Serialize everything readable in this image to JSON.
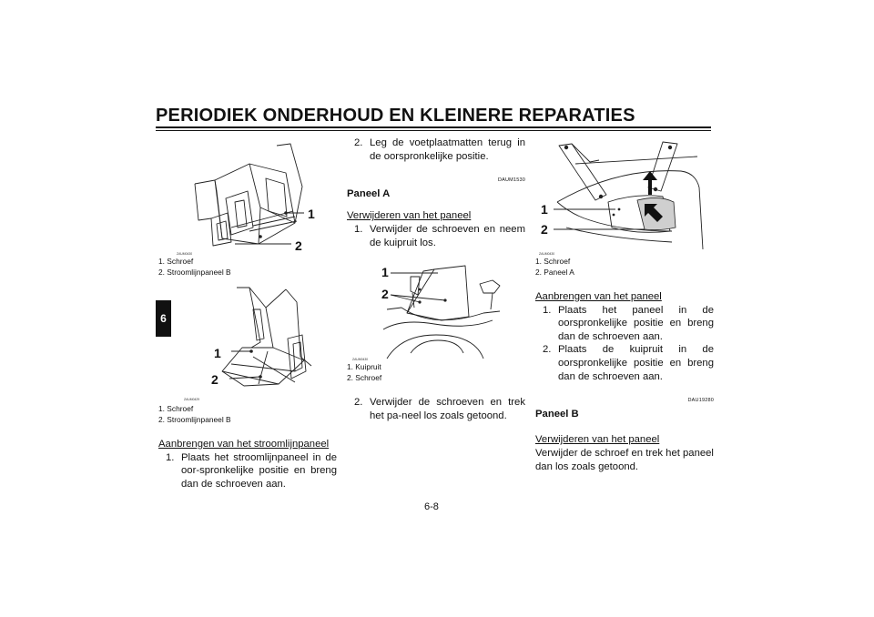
{
  "page": {
    "title": "PERIODIEK ONDERHOUD EN KLEINERE REPARATIES",
    "chapter_tab": "6",
    "page_number": "6-8"
  },
  "figures": {
    "fig1": {
      "code": "ZAUM0430",
      "callouts": [
        "1",
        "2"
      ],
      "captions": [
        "1. Schroef",
        "2. Stroomlijnpaneel B"
      ]
    },
    "fig2": {
      "code": "ZAUM0429",
      "callouts": [
        "1",
        "2"
      ],
      "captions": [
        "1. Schroef",
        "2. Stroomlijnpaneel B"
      ]
    },
    "fig3": {
      "code": "ZAUM0430",
      "callouts": [
        "1",
        "2"
      ],
      "captions": [
        "1. Kuipruit",
        "2. Schroef"
      ]
    },
    "fig4": {
      "code": "ZAUM0430",
      "callouts": [
        "1",
        "2"
      ],
      "captions": [
        "1. Schroef",
        "2. Paneel A"
      ]
    }
  },
  "col1": {
    "install_heading": "Aanbrengen van het stroomlijnpaneel",
    "install_step1_num": "1.",
    "install_step1": "Plaats het stroomlijnpaneel in de oor-spronkelijke positie en breng dan de schroeven aan."
  },
  "col2": {
    "step2_num": "2.",
    "step2": "Leg de voetplaatmatten terug in de oorspronkelijke positie.",
    "ref": "DAUM1530",
    "section_heading": "Paneel A",
    "remove_heading": "Verwijderen van het paneel",
    "remove_step1_num": "1.",
    "remove_step1": "Verwijder de schroeven en neem de kuipruit los.",
    "remove_step2_num": "2.",
    "remove_step2": "Verwijder de schroeven en trek het pa-neel los zoals getoond."
  },
  "col3": {
    "install_heading": "Aanbrengen van het paneel",
    "install_step1_num": "1.",
    "install_step1": "Plaats het paneel in de oorspronkelijke positie en breng dan de schroeven aan.",
    "install_step2_num": "2.",
    "install_step2": "Plaats de kuipruit in de oorspronkelijke positie en breng dan de schroeven aan.",
    "ref": "DAU19280",
    "section_heading": "Paneel B",
    "remove_heading": "Verwijderen van het paneel",
    "remove_text": "Verwijder de schroef en trek het paneel dan los zoals getoond."
  }
}
